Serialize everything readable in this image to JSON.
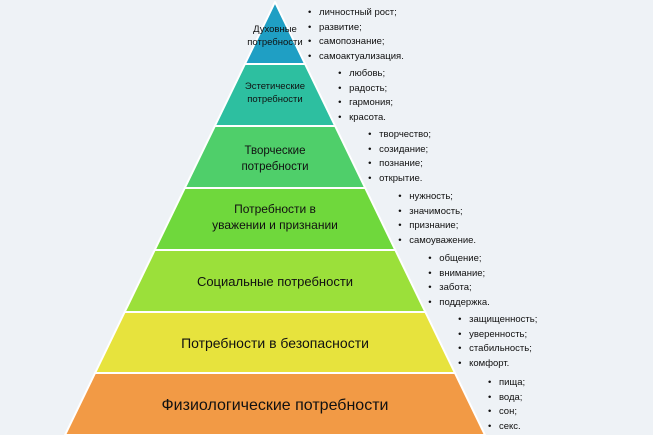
{
  "colors": {
    "level_1": "#1f9fc4",
    "level_2": "#2dbfa0",
    "level_3": "#4fcf6a",
    "level_4": "#6fd83c",
    "level_5": "#9be03a",
    "level_6": "#e7e33d",
    "level_7": "#f29a45",
    "outline": "#ffffff"
  },
  "levels": [
    {
      "label_lines": [
        "Духовные",
        "потребности"
      ],
      "items": [
        "личностный рост;",
        "развитие;",
        "самопознание;",
        "самоактуализация."
      ]
    },
    {
      "label_lines": [
        "Эстетические",
        "потребности"
      ],
      "items": [
        "любовь;",
        "радость;",
        "гармония;",
        "красота."
      ]
    },
    {
      "label_lines": [
        "Творческие",
        "потребности"
      ],
      "items": [
        "творчество;",
        "созидание;",
        "познание;",
        "открытие."
      ]
    },
    {
      "label_lines": [
        "Потребности в",
        "уважении и признании"
      ],
      "items": [
        "нужность;",
        "значимость;",
        "признание;",
        "самоуважение."
      ]
    },
    {
      "label_lines": [
        "Социальные потребности"
      ],
      "items": [
        "общение;",
        "внимание;",
        "забота;",
        "поддержка."
      ]
    },
    {
      "label_lines": [
        "Потребности в безопасности"
      ],
      "items": [
        "защищенность;",
        "уверенность;",
        "стабильность;",
        "комфорт."
      ]
    },
    {
      "label_lines": [
        "Физиологические потребности"
      ],
      "items": [
        "пища;",
        "вода;",
        "сон;",
        "секс."
      ]
    }
  ]
}
